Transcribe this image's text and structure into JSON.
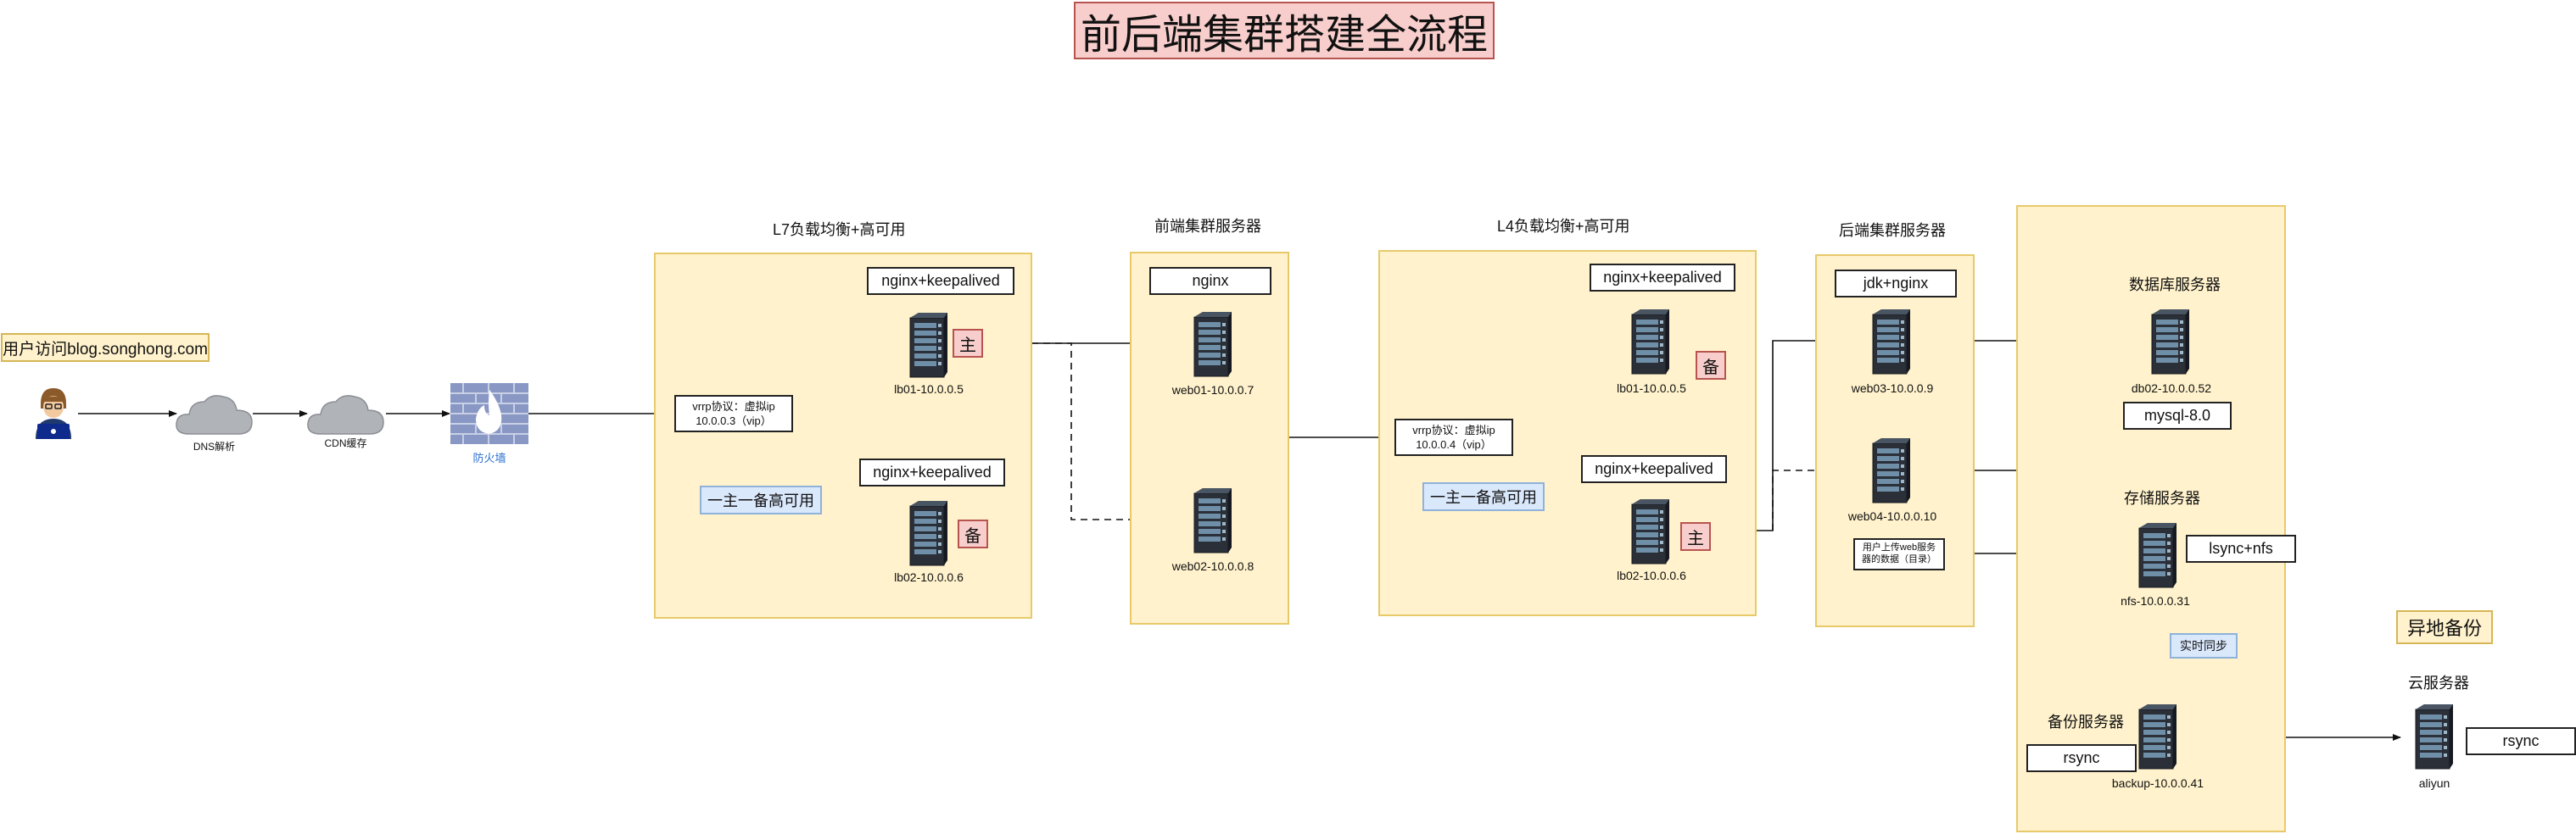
{
  "title": "前后端集群搭建全流程",
  "user": {
    "label": "用户访问blog.songhong.com"
  },
  "dns": {
    "label": "DNS解析"
  },
  "cdn": {
    "label": "CDN缓存"
  },
  "firewall": {
    "label": "防火墙"
  },
  "l7": {
    "header": "L7负载均衡+高可用",
    "vrrp_line1": "vrrp协议：虚拟ip",
    "vrrp_line2": "10.0.0.3（vip）",
    "ha_label": "一主一备高可用",
    "lb01": {
      "software": "nginx+keepalived",
      "label": "lb01-10.0.0.5",
      "role": "主"
    },
    "lb02": {
      "software": "nginx+keepalived",
      "label": "lb02-10.0.0.6",
      "role": "备"
    }
  },
  "frontend": {
    "header": "前端集群服务器",
    "software": "nginx",
    "web01": "web01-10.0.0.7",
    "web02": "web02-10.0.0.8"
  },
  "l4": {
    "header": "L4负载均衡+高可用",
    "vrrp_line1": "vrrp协议：虚拟ip",
    "vrrp_line2": "10.0.0.4（vip）",
    "ha_label": "一主一备高可用",
    "lb01": {
      "software": "nginx+keepalived",
      "label": "lb01-10.0.0.5",
      "role": "备"
    },
    "lb02": {
      "software": "nginx+keepalived",
      "label": "lb02-10.0.0.6",
      "role": "主"
    }
  },
  "backend": {
    "header": "后端集群服务器",
    "software": "jdk+nginx",
    "web03": "web03-10.0.0.9",
    "web04": "web04-10.0.0.10",
    "upload_note_line1": "用户上传web服务",
    "upload_note_line2": "器的数据（目录）"
  },
  "storage_zone": {
    "db_header": "数据库服务器",
    "db_label": "db02-10.0.0.52",
    "db_software": "mysql-8.0",
    "nfs_header": "存储服务器",
    "nfs_label": "nfs-10.0.0.31",
    "nfs_software": "lsync+nfs",
    "sync_label": "实时同步",
    "backup_header": "备份服务器",
    "backup_label": "backup-10.0.0.41",
    "backup_software": "rsync"
  },
  "remote": {
    "tag": "异地备份",
    "header": "云服务器",
    "label": "aliyun",
    "software": "rsync"
  },
  "colors": {
    "zone_fill": "#fff2cc",
    "tag_red": "#f8cecc",
    "tag_blue": "#dae8fc",
    "cloud": "#b0b3b8",
    "firewall": "#8897c4",
    "server_dark": "#2a2f38",
    "server_light": "#6f8fa8"
  }
}
